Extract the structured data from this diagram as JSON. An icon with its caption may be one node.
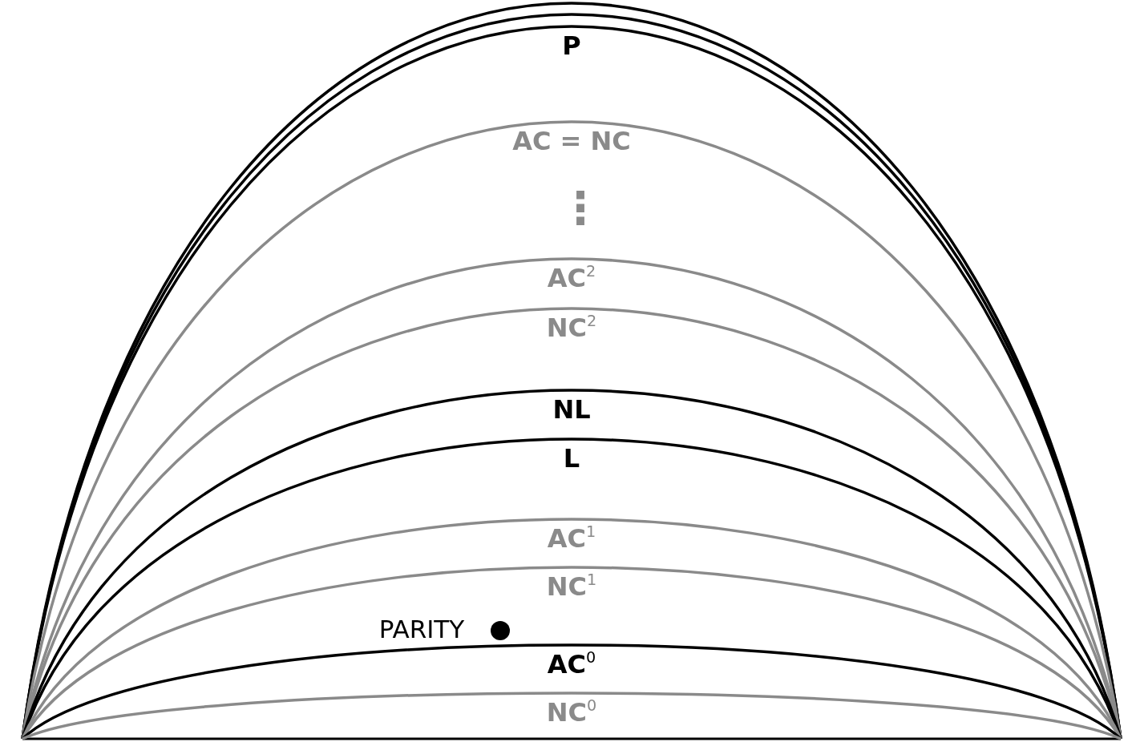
{
  "diagram": {
    "nodes": [
      {
        "text": [],
        "shape": "arc"
      },
      {
        "text": [],
        "shape": "arc",
        "in": 0
      },
      {
        "text": [
          "P"
        ],
        "in": 1
      },
      {
        "text": [
          "AC = NC"
        ],
        "in": 2
      },
      {
        "text": [
          "AC$^{2}$"
        ],
        "in": 3
      },
      {
        "text": [
          "NC$^{2}$"
        ],
        "in": 4
      },
      {
        "text": [
          "NL"
        ],
        "in": 5
      },
      {
        "text": [
          "L"
        ],
        "in": 6
      },
      {
        "text": [
          "AC$^{1}$"
        ],
        "in": 7
      },
      {
        "text": [
          "NC$^{1}$"
        ],
        "in": 8
      },
      {
        "text": [
          "AC$^{0}$"
        ],
        "in": 9
      },
      {
        "text": [
          "NC$^{0}$"
        ],
        "in": 10
      }
    ],
    "edges": [],
    "labels": [
      "⋮",
      "PARITY"
    ]
  }
}
